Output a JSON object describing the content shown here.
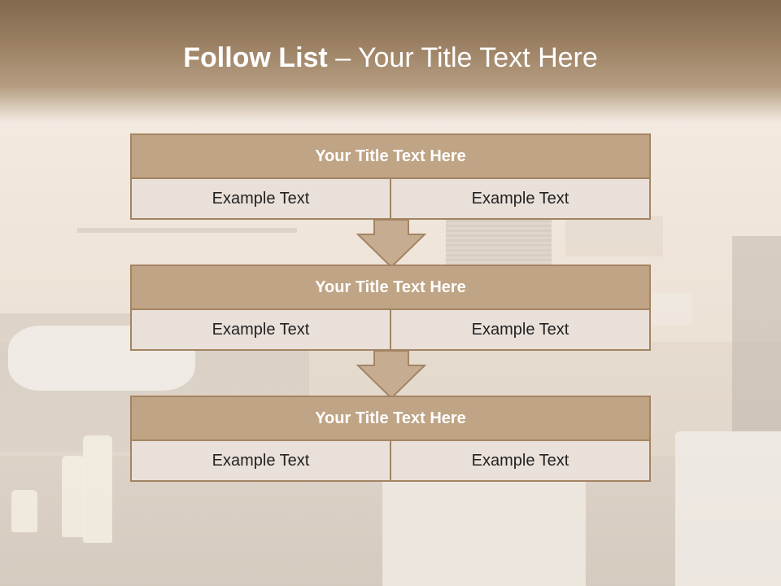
{
  "slide": {
    "title_bold": "Follow List",
    "title_rest": " – Your Title Text Here"
  },
  "blocks": [
    {
      "title": "Your Title Text Here",
      "cells": [
        "Example Text",
        "Example Text"
      ]
    },
    {
      "title": "Your Title Text Here",
      "cells": [
        "Example Text",
        "Example Text"
      ]
    },
    {
      "title": "Your Title Text Here",
      "cells": [
        "Example Text",
        "Example Text"
      ]
    }
  ],
  "colors": {
    "header": "#9a7f62",
    "block_title_fill": "#bfa485",
    "block_border": "#a38463",
    "cell_fill": "#e9e0d9",
    "arrow_fill": "#c6ad92"
  }
}
